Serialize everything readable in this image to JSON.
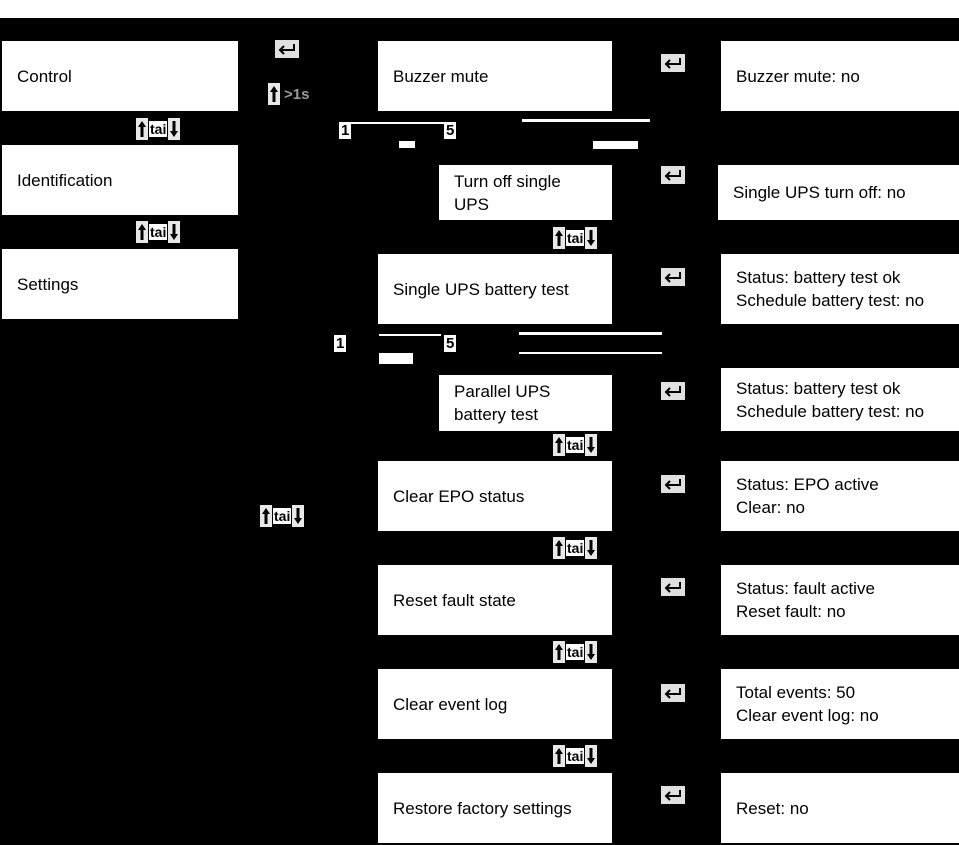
{
  "menu": [
    "Control",
    "Identification",
    "Settings"
  ],
  "submenu": {
    "buzzer_mute": "Buzzer mute",
    "turn_off_single": [
      "Turn off single",
      "UPS"
    ],
    "single_battery_test": "Single UPS battery test",
    "parallel_battery_test": [
      "Parallel UPS",
      "battery test"
    ],
    "clear_epo": "Clear EPO status",
    "reset_fault": "Reset fault state",
    "clear_event_log": "Clear event log",
    "restore_factory": "Restore factory settings"
  },
  "detail": {
    "buzzer_mute": [
      "Buzzer mute: no"
    ],
    "turn_off_single": [
      "Single UPS turn  off: no"
    ],
    "single_battery_test": [
      "Status:  battery test ok",
      "Schedule battery test: no"
    ],
    "parallel_battery_test": [
      "Status:  battery test ok",
      "Schedule battery test: no"
    ],
    "clear_epo": [
      "Status:  EPO active",
      "Clear: no"
    ],
    "reset_fault": [
      "Status:  fault active",
      "Reset fault:  no"
    ],
    "clear_event_log": [
      "Total events: 50",
      "Clear event log: no"
    ],
    "restore_factory": [
      "Reset: no"
    ]
  },
  "keys": {
    "tab_label": "tai",
    "hold_label": ">1s"
  },
  "fragments": {
    "one": "1",
    "five": "5"
  },
  "icons": {
    "enter": "enter-return-icon",
    "up": "arrow-up-icon",
    "down": "arrow-down-icon"
  }
}
